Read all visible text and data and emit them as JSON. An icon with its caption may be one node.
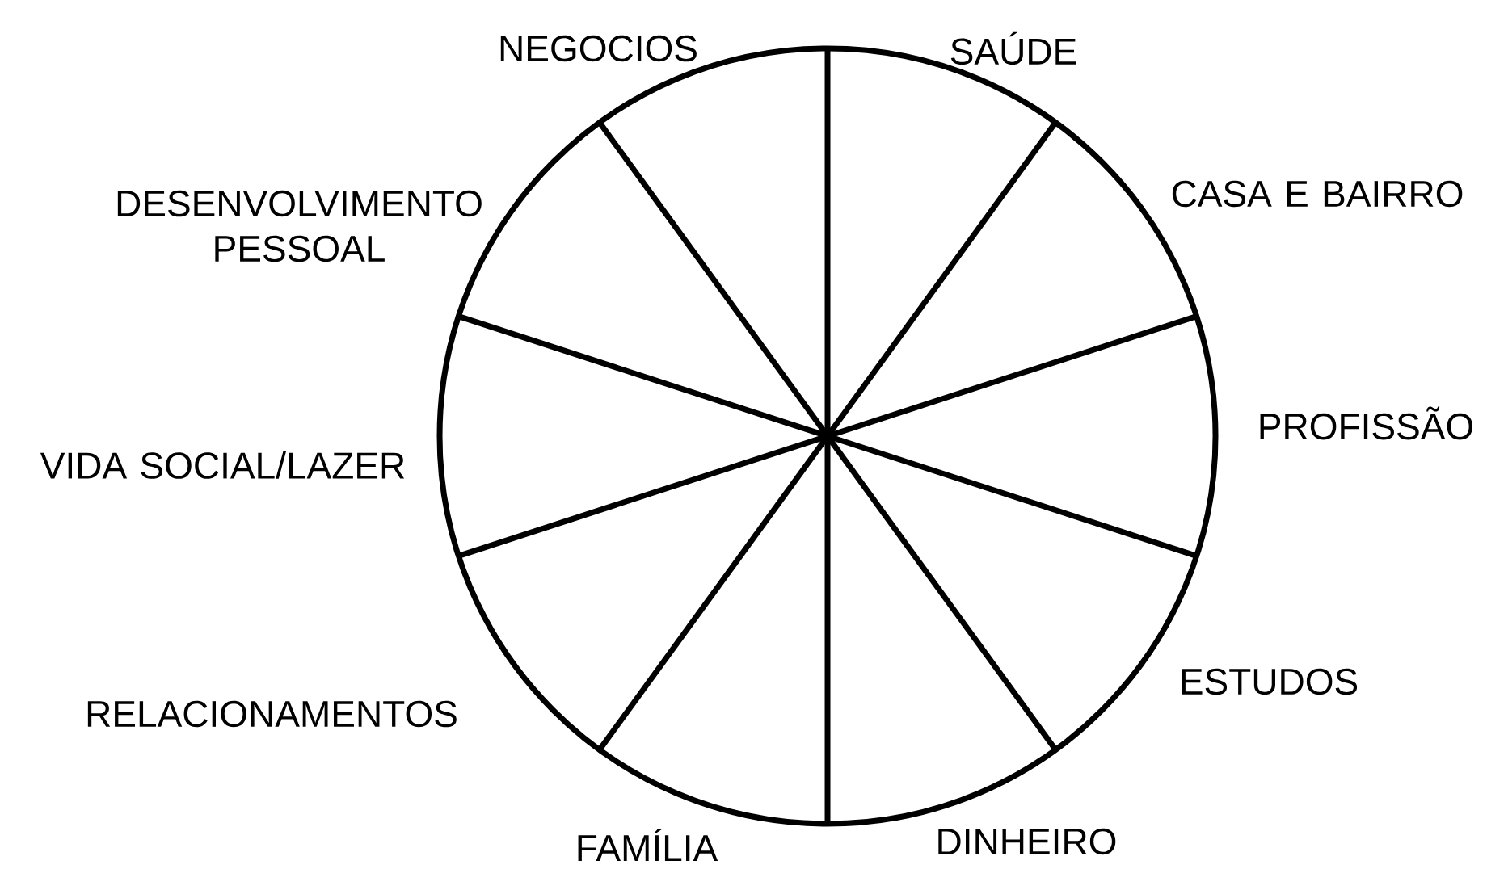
{
  "diagram": {
    "labels": [
      "NEGOCIOS",
      "SAÚDE",
      "DESENVOLVIMENTO PESSOAL",
      "CASA E BAIRRO",
      "PROFISSÃO",
      "VIDA SOCIAL/LAZER",
      "ESTUDOS",
      "RELACIONAMENTOS",
      "FAMÍLIA",
      "DINHEIRO"
    ]
  }
}
